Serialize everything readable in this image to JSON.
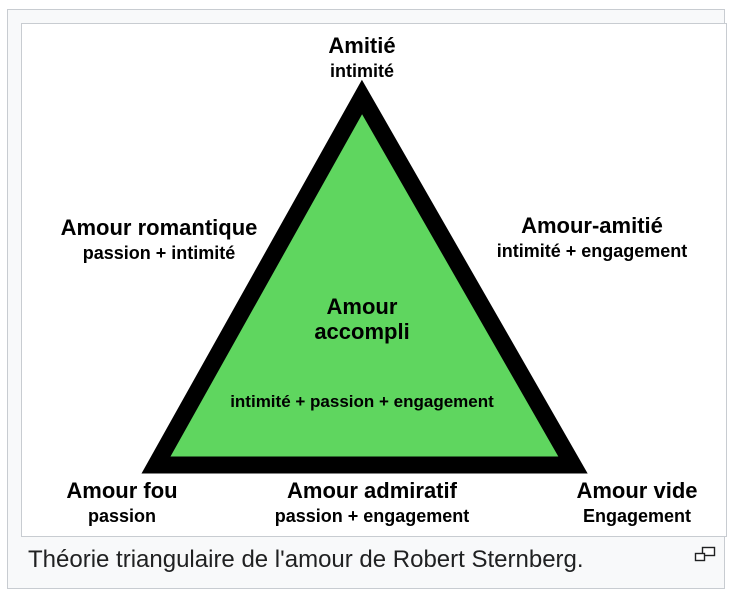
{
  "diagram": {
    "vertices": {
      "top": {
        "title": "Amitié",
        "subtitle": "intimité"
      },
      "bottom_left": {
        "title": "Amour fou",
        "subtitle": "passion"
      },
      "bottom_right": {
        "title": "Amour vide",
        "subtitle": "Engagement"
      }
    },
    "edges": {
      "left": {
        "title": "Amour romantique",
        "subtitle": "passion + intimité"
      },
      "right": {
        "title": "Amour-amitié",
        "subtitle": "intimité + engagement"
      },
      "bottom": {
        "title": "Amour admiratif",
        "subtitle": "passion + engagement"
      }
    },
    "center": {
      "title_line1": "Amour",
      "title_line2": "accompli",
      "subtitle": "intimité + passion + engagement"
    },
    "colors": {
      "fill": "#5fd65f",
      "stroke": "#000000"
    }
  },
  "caption": "Théorie triangulaire de l'amour de Robert Sternberg.",
  "enlarge_icon": "enlarge-icon"
}
